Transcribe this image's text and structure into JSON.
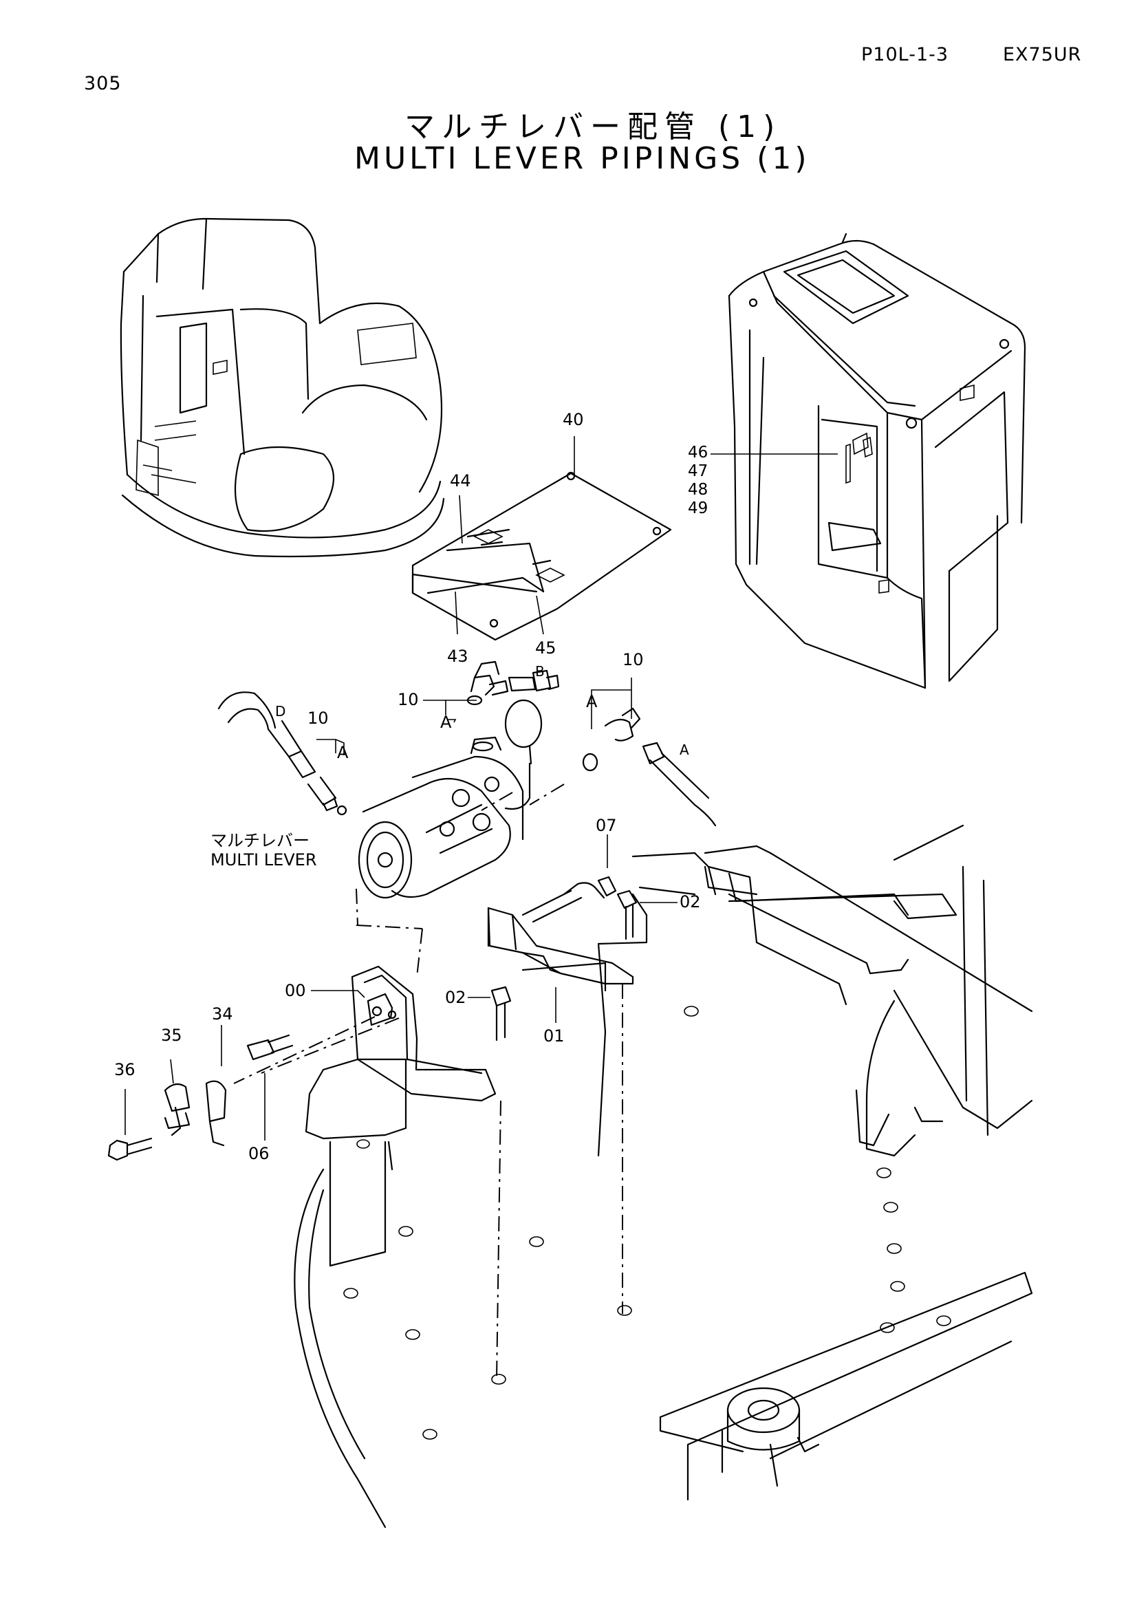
{
  "header": {
    "page_number": "305",
    "page_code": "P10L-1-3",
    "model": "EX75UR"
  },
  "title": {
    "japanese": "マルチレバー配管 (1)",
    "english": "MULTI LEVER PIPINGS (1)"
  },
  "component_label": {
    "japanese": "マルチレバー",
    "english": "MULTI LEVER"
  },
  "callouts": {
    "p40": "40",
    "p44": "44",
    "p43": "43",
    "p45": "45",
    "p46": "46",
    "p47": "47",
    "p48": "48",
    "p49": "49",
    "p10_top": "10",
    "p10_left": "10",
    "p10_right": "10",
    "p07": "07",
    "p02_right": "02",
    "p02_left": "02",
    "p01": "01",
    "p00": "00",
    "p34": "34",
    "p35": "35",
    "p36": "36",
    "p06": "06"
  },
  "markers": {
    "a_left": "A",
    "a_top": "A",
    "a_right": "A",
    "a_hose": "A",
    "b_port": "B",
    "d_port": "D"
  }
}
